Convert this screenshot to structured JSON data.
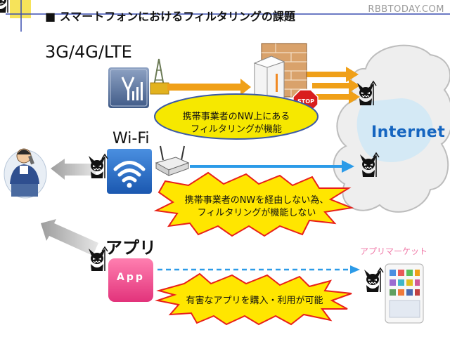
{
  "header": {
    "title": "■ スマートフォンにおけるフィルタリングの課題",
    "watermark": "RBBTODAY.COM"
  },
  "channels": {
    "cellular": {
      "label": "3G/4G/LTE"
    },
    "wifi": {
      "label": "Wi-Fi"
    },
    "app": {
      "label": "アプリ",
      "icon_text": "App"
    }
  },
  "internet": {
    "label": "Internet"
  },
  "callouts": {
    "carrier_filter": [
      "携帯事業者のNW上にある",
      "フィルタリングが機能"
    ],
    "wifi_issue": [
      "携帯事業者のNWを経由しない為、",
      "フィルタリングが機能しない"
    ],
    "app_issue": "有害なアプリを購入・利用が可能"
  },
  "app_market": {
    "label": "アプリマーケット"
  },
  "stop_sign": {
    "label": "STOP"
  },
  "colors": {
    "arrow_orange": "#f0a018",
    "arrow_blue": "#2c9be8",
    "burst_fill": "#ffe600",
    "burst_stroke": "#e8201a",
    "app_pink": "#f25a93"
  }
}
